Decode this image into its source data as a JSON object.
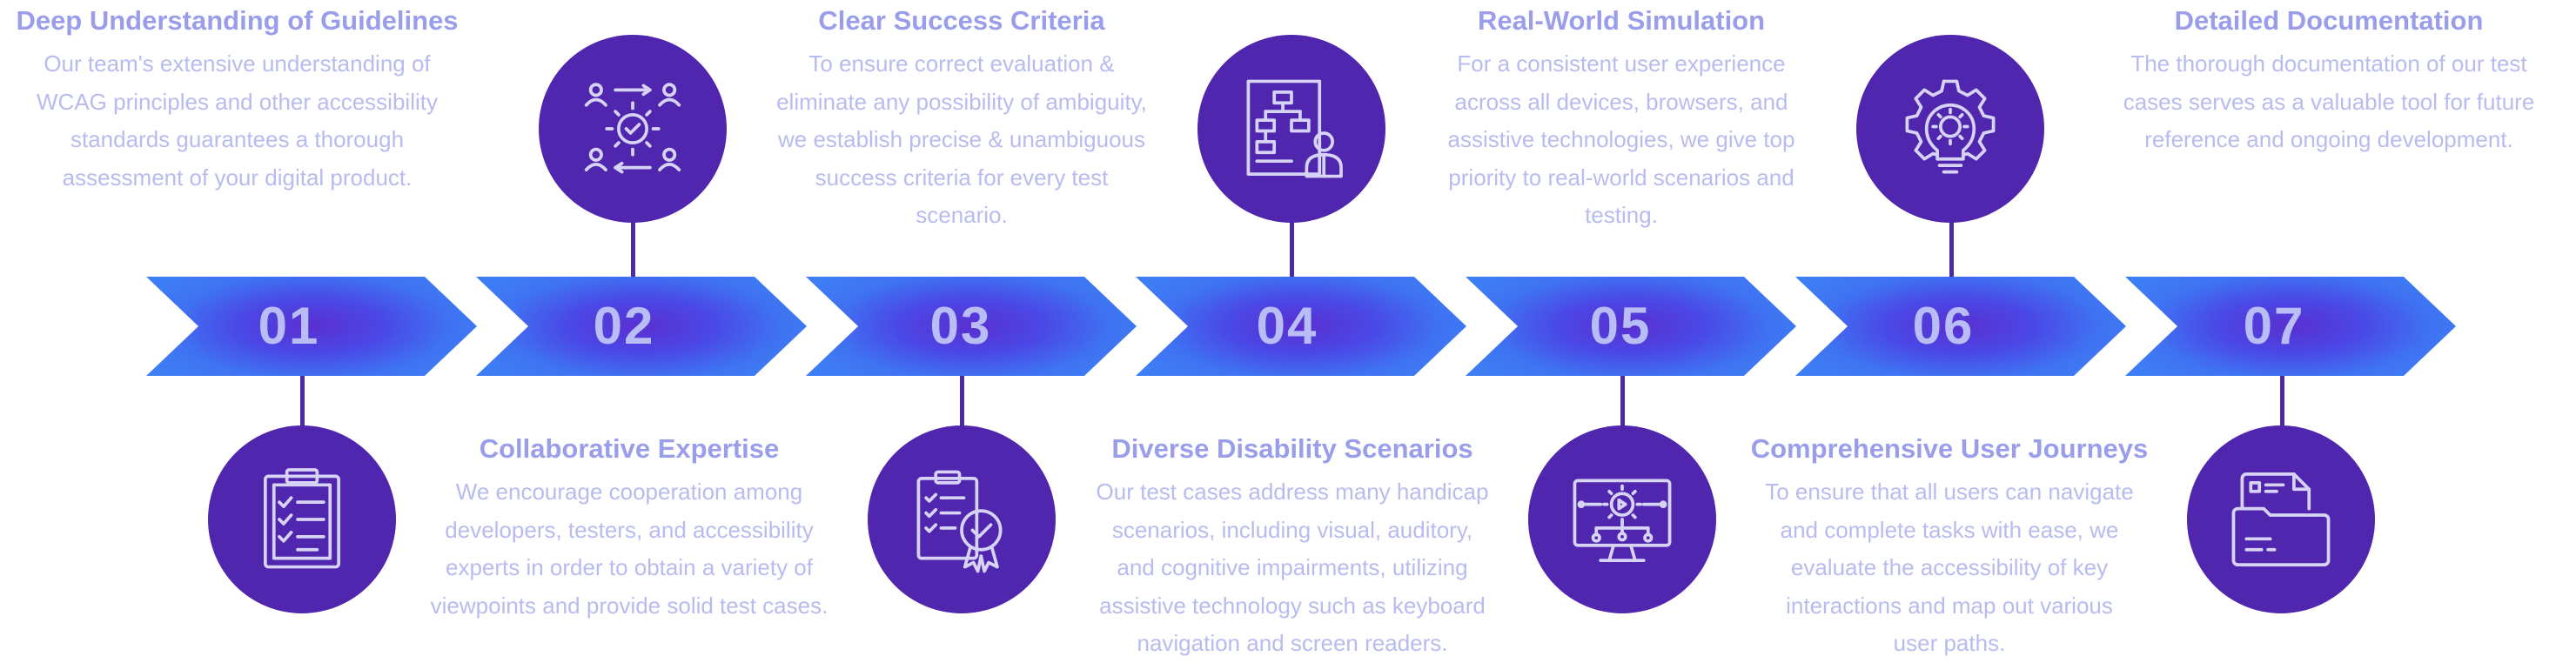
{
  "steps": [
    {
      "number": "01",
      "icon": "clipboard-checklist-icon",
      "title": "Deep Understanding of Guidelines",
      "lines": [
        "Our team's extensive understanding of",
        "WCAG principles and other accessibility",
        "standards guarantees a thorough",
        "assessment of your digital product."
      ]
    },
    {
      "number": "02",
      "icon": "team-collaboration-gear-icon",
      "title": "Collaborative Expertise",
      "lines": [
        "We encourage cooperation among",
        "developers, testers, and accessibility",
        "experts in order to obtain a variety of",
        "viewpoints and provide solid test cases."
      ]
    },
    {
      "number": "03",
      "icon": "checklist-badge-icon",
      "title": "Clear Success Criteria",
      "lines": [
        "To ensure correct evaluation &",
        "eliminate any possibility of ambiguity,",
        "we establish precise & unambiguous",
        "success criteria for every test",
        "scenario."
      ]
    },
    {
      "number": "04",
      "icon": "flowchart-person-icon",
      "title": "Diverse Disability Scenarios",
      "lines": [
        "Our test cases address many handicap",
        "scenarios, including visual, auditory,",
        "and cognitive impairments, utilizing",
        "assistive technology such as keyboard",
        "navigation and screen readers."
      ]
    },
    {
      "number": "05",
      "icon": "monitor-gear-network-icon",
      "title": "Real-World Simulation",
      "lines": [
        "For a consistent user experience",
        "across all devices, browsers, and",
        "assistive technologies, we give top",
        "priority to real-world scenarios and",
        "testing."
      ]
    },
    {
      "number": "06",
      "icon": "gear-lightbulb-icon",
      "title": "Comprehensive User Journeys",
      "lines": [
        "To ensure that all users can navigate",
        "and complete tasks with ease, we",
        "evaluate the accessibility of key",
        "interactions and map out various",
        "user paths."
      ]
    },
    {
      "number": "07",
      "icon": "document-folder-icon",
      "title": "Detailed Documentation",
      "lines": [
        "The thorough documentation of our test",
        "cases serves as a valuable tool for future",
        "reference and ongoing development."
      ]
    }
  ],
  "colors": {
    "chevron_edge": "#3d7ef5",
    "chevron_center": "#5a2fd0",
    "circle": "#4f26ad",
    "number": "#b9bdf6",
    "title": "#9a9eea",
    "text": "#b8bbef"
  }
}
